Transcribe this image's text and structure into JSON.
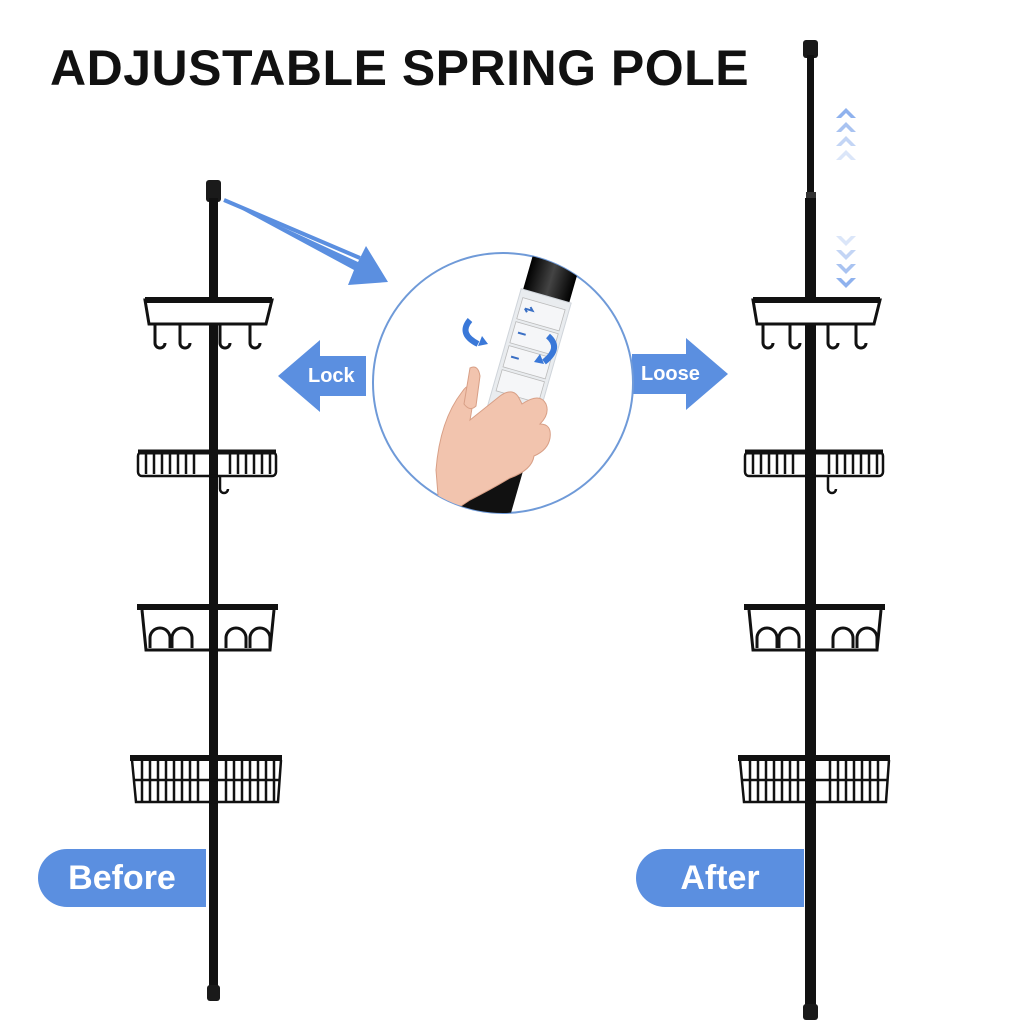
{
  "title": "ADJUSTABLE SPRING POLE",
  "arrows": {
    "lock_label": "Lock",
    "loose_label": "Loose"
  },
  "badges": {
    "before_label": "Before",
    "after_label": "After"
  },
  "colors": {
    "accent_blue": "#5b8fe0",
    "pole_black": "#111111",
    "background": "#ffffff"
  }
}
